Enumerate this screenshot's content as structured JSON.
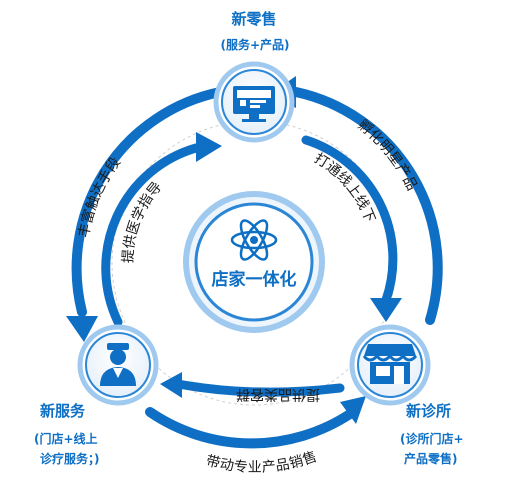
{
  "colors": {
    "accent": "#0e6fc4",
    "light_accent": "#9fc9ee",
    "ring": "#d0d0d0",
    "text": "#1a1a1a"
  },
  "top_node": {
    "title": "新零售",
    "subtitle": "(服务+产品)",
    "icon": "storefront-monitor-icon"
  },
  "left_node": {
    "title": "新服务",
    "subtitle_line1": "(门店+线上",
    "subtitle_line2": "诊疗服务；)",
    "icon": "doctor-icon"
  },
  "right_node": {
    "title": "新诊所",
    "subtitle_line1": "(诊所门店+",
    "subtitle_line2": "产品零售)",
    "icon": "shop-awning-icon"
  },
  "center": {
    "label": "店家一体化",
    "icon": "atom-icon"
  },
  "arrows": {
    "outer_left": "丰富触达手段",
    "outer_right": "孵化明星产品",
    "outer_bottom": "带动专业产品销售",
    "inner_left": "提供医学指导",
    "inner_right": "打通线上线下",
    "inner_bottom": "提供品类客群"
  }
}
